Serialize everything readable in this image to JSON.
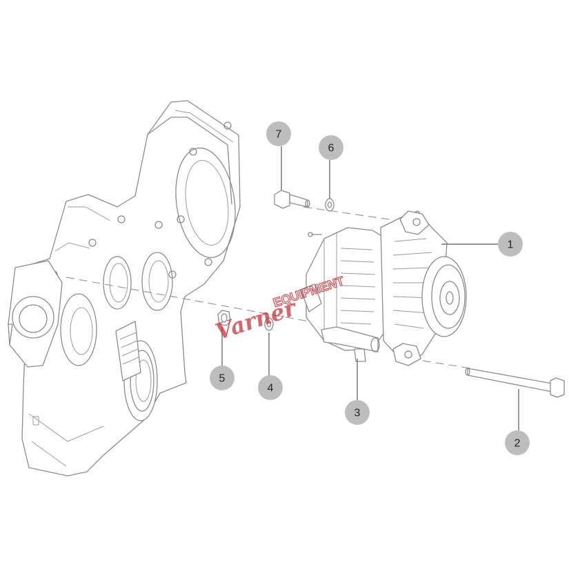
{
  "callouts": [
    {
      "id": "1",
      "label": "1"
    },
    {
      "id": "2",
      "label": "2"
    },
    {
      "id": "3",
      "label": "3"
    },
    {
      "id": "4",
      "label": "4"
    },
    {
      "id": "5",
      "label": "5"
    },
    {
      "id": "6",
      "label": "6"
    },
    {
      "id": "7",
      "label": "7"
    }
  ],
  "watermark": {
    "script": "Varner",
    "block": "EQUIPMENT"
  },
  "colors": {
    "linework": "#8a8a8a",
    "callout_fill": "#bdbdbd",
    "watermark": "#c9323c"
  }
}
